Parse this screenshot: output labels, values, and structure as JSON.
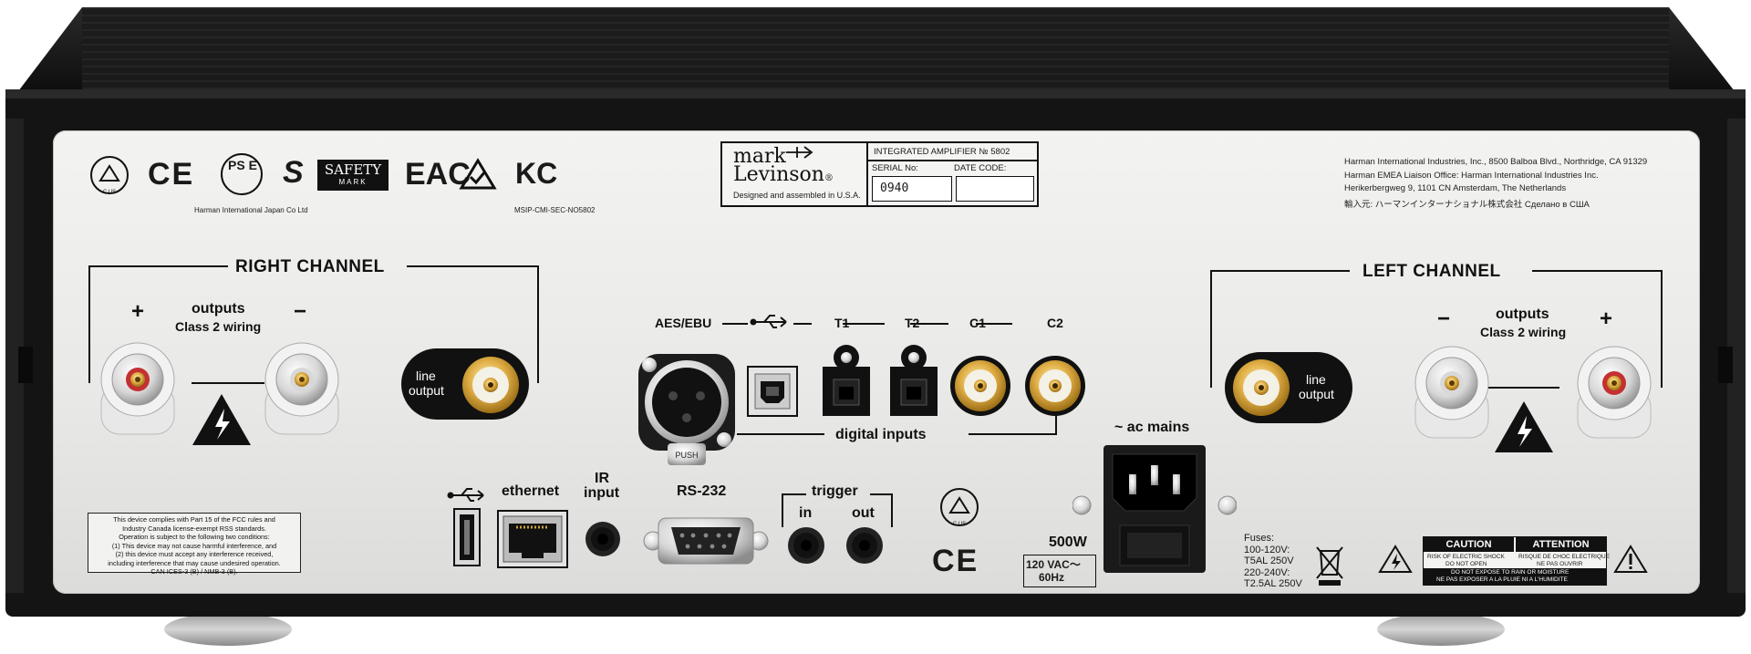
{
  "logos": {
    "csa_top": "CSA",
    "ce": "CE",
    "pse": "PS E",
    "safety_mark": [
      "SAFETY",
      "MARK"
    ],
    "eac": "EAC",
    "rcm": "✓",
    "kc": "KC",
    "harman_japan": "Harman International Japan Co Ltd",
    "msip": "MSIP-CMI-SEC-NO5802"
  },
  "label_plate": {
    "brand_line1": "mark",
    "brand_line2": "Levinson",
    "reg": "®",
    "designed": "Designed and assembled in U.S.A.",
    "model": "INTEGRATED AMPLIFIER № 5802",
    "serial_label": "SERIAL No:",
    "serial_value": "0940",
    "date_label": "DATE CODE:"
  },
  "address": {
    "line1": "Harman International Industries, Inc., 8500 Balboa Blvd., Northridge, CA 91329",
    "line2": "Harman EMEA Liaison Office: Harman International Industries Inc.",
    "line3": "Herikerbergweg 9,  1101 CN Amsterdam, The Netherlands",
    "line4": "輸入元: ハーマンインターナショナル株式会社    Сделано в США"
  },
  "right_channel": {
    "title": "RIGHT CHANNEL",
    "plus": "+",
    "minus": "−",
    "outputs": "outputs",
    "wiring": "Class 2 wiring",
    "line": "line",
    "output": "output"
  },
  "left_channel": {
    "title": "LEFT CHANNEL",
    "plus": "+",
    "minus": "−",
    "outputs": "outputs",
    "wiring": "Class 2 wiring",
    "line": "line",
    "output": "output"
  },
  "digital": {
    "aes": "AES/EBU",
    "t1": "T1",
    "t2": "T2",
    "c1": "C1",
    "c2": "C2",
    "label": "digital inputs",
    "usb_b_icon": "usb-icon"
  },
  "bottom_io": {
    "ethernet": "ethernet",
    "ir1": "IR",
    "ir2": "input",
    "rs232": "RS-232",
    "trigger": "trigger",
    "in": "in",
    "out": "out"
  },
  "power": {
    "ac_mains": "~ ac mains",
    "watts": "500W",
    "voltage1": "120 VAC",
    "voltage_tilde": "〜",
    "voltage2": "60Hz",
    "fuses_title": "Fuses:",
    "fuse1": "100-120V:",
    "fuse1b": "T5AL 250V",
    "fuse2": "220-240V:",
    "fuse2b": "T2.5AL 250V"
  },
  "compliance_text": [
    "This device complies with Part 15 of the FCC rules and",
    "Industry Canada license-exempt RSS standards.",
    "Operation is subject to the following two conditions:",
    "(1) This device may not cause harmful interference, and",
    "(2) this device must accept any interference received,",
    "including interference that may cause undesired operation.",
    "CAN ICES-3 (B) / NMB-3 (B)."
  ],
  "warning": {
    "caution": "CAUTION",
    "attention": "ATTENTION",
    "c1": "RISK OF ELECTRIC SHOCK",
    "c2": "DO NOT OPEN",
    "a1": "RISQUE DE CHOC ELECTRIQUE",
    "a2": "NE PAS OUVRIR",
    "rain1": "DO NOT EXPOSE TO RAIN OR MOISTURE",
    "rain2": "NE PAS EXPOSER A LA PLUIE NI A L'HUMIDITE"
  },
  "ce_bottom": "CE",
  "csa_bottom": "CSA",
  "colors": {
    "chassis": "#141414",
    "panel": "#ececea",
    "gold": "#d9a63a",
    "ink": "#111111"
  }
}
